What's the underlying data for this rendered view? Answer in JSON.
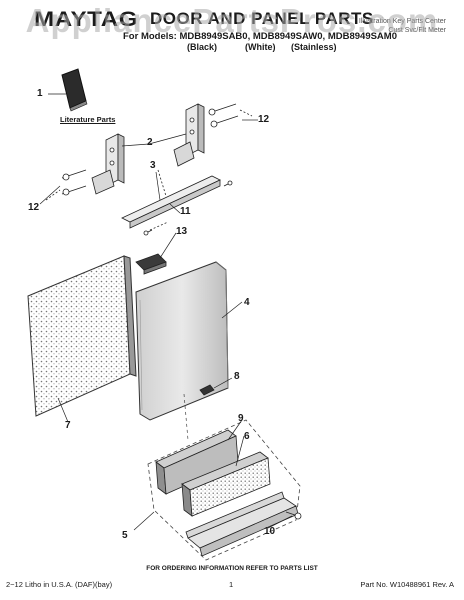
{
  "header": {
    "brand": "MAYTAG",
    "title": "DOOR AND PANEL PARTS",
    "models_line": "For Models: MDB8949SAB0, MDB8949SAW0, MDB8949SAM0",
    "variants": [
      "(Black)",
      "(White)",
      "(Stainless)"
    ],
    "corner_lines": [
      "Illustration Key Parts Center",
      "Cust Svc/Flt Meter"
    ]
  },
  "watermark": "AppliancePartsPros.com",
  "callouts": [
    "1",
    "2",
    "3",
    "4",
    "5",
    "6",
    "7",
    "8",
    "9",
    "10",
    "11",
    "12",
    "12",
    "13"
  ],
  "literature_label": "Literature Parts",
  "footer": {
    "order_note": "FOR ORDERING INFORMATION REFER TO PARTS LIST",
    "left": "2−12 Litho in U.S.A. (DAF)(bay)",
    "page": "1",
    "part": "Part No. W10488961 Rev. A"
  }
}
